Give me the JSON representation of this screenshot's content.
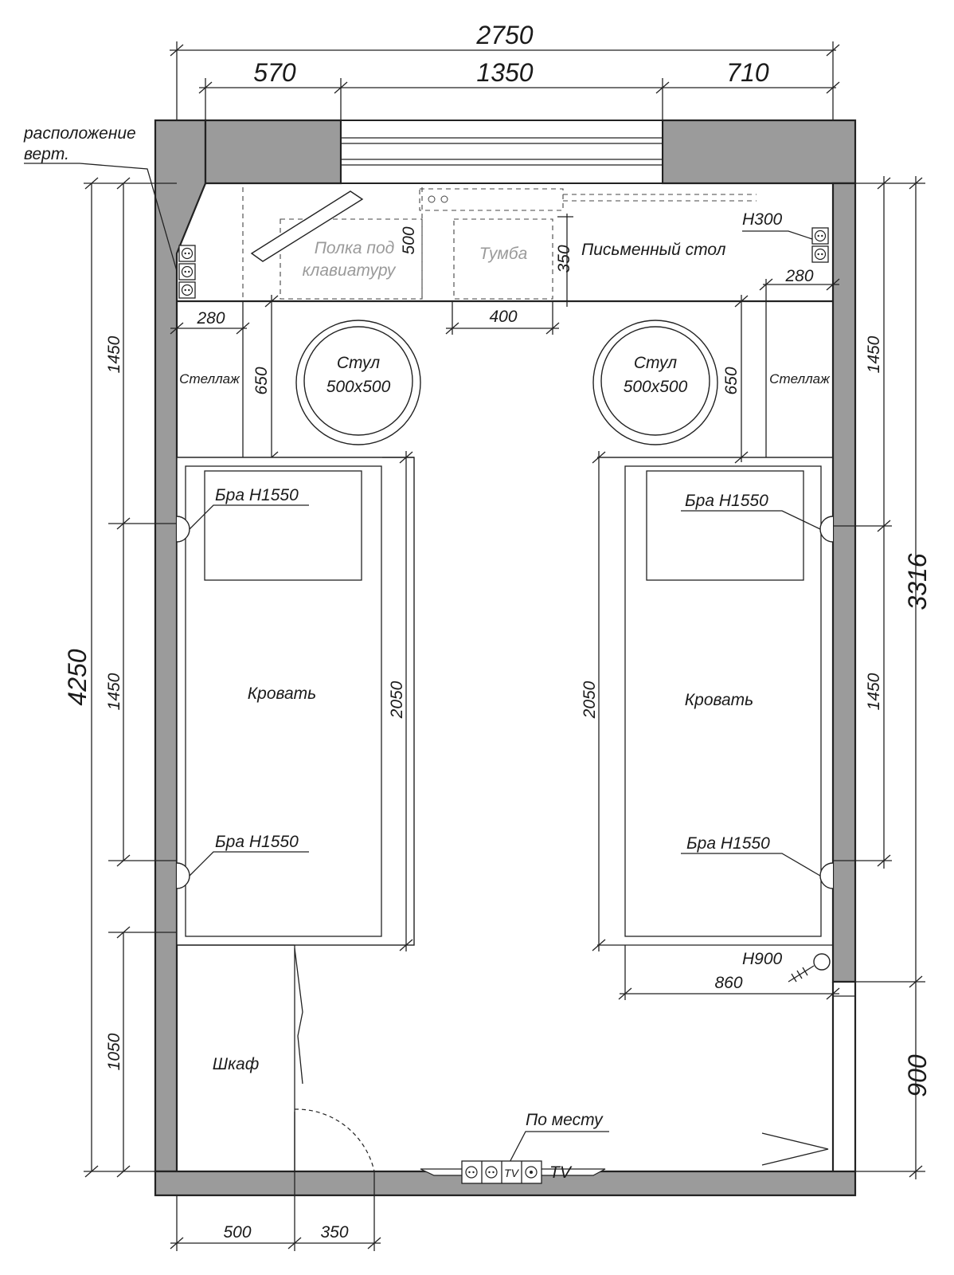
{
  "dimensions": {
    "total_width": "2750",
    "seg_left": "570",
    "seg_window": "1350",
    "seg_right": "710",
    "total_height": "4250",
    "right_height": "3316",
    "right_bottom": "900",
    "left_1450_top": "1450",
    "left_1450_mid": "1450",
    "left_1050": "1050",
    "right_1450_top": "1450",
    "right_1450_mid": "1450",
    "shelf_left_280": "280",
    "shelf_right_280": "280",
    "shelf_left_650": "650",
    "shelf_right_650": "650",
    "keyboard_500": "500",
    "cabinet_350": "350",
    "cabinet_400": "400",
    "bed_left_2050": "2050",
    "bed_right_2050": "2050",
    "switch_860": "860",
    "bottom_500": "500",
    "bottom_350": "350"
  },
  "labels": {
    "vertical_location_line1": "расположение",
    "vertical_location_line2": "верт.",
    "keyboard_shelf_line1": "Полка под",
    "keyboard_shelf_line2": "клавиатуру",
    "cabinet": "Тумба",
    "desk": "Письменный стол",
    "outlet_h300": "Н300",
    "chair_left_line1": "Стул",
    "chair_left_line2": "500х500",
    "chair_right_line1": "Стул",
    "chair_right_line2": "500х500",
    "shelving_left": "Стеллаж",
    "shelving_right": "Стеллаж",
    "sconce_left_top": "Бра Н1550",
    "sconce_left_bottom": "Бра Н1550",
    "sconce_right_top": "Бра Н1550",
    "sconce_right_bottom": "Бра Н1550",
    "bed_left": "Кровать",
    "bed_right": "Кровать",
    "switch_h900": "Н900",
    "wardrobe": "Шкаф",
    "on_site": "По месту",
    "tv_socket": "TV",
    "tv": "TV"
  }
}
